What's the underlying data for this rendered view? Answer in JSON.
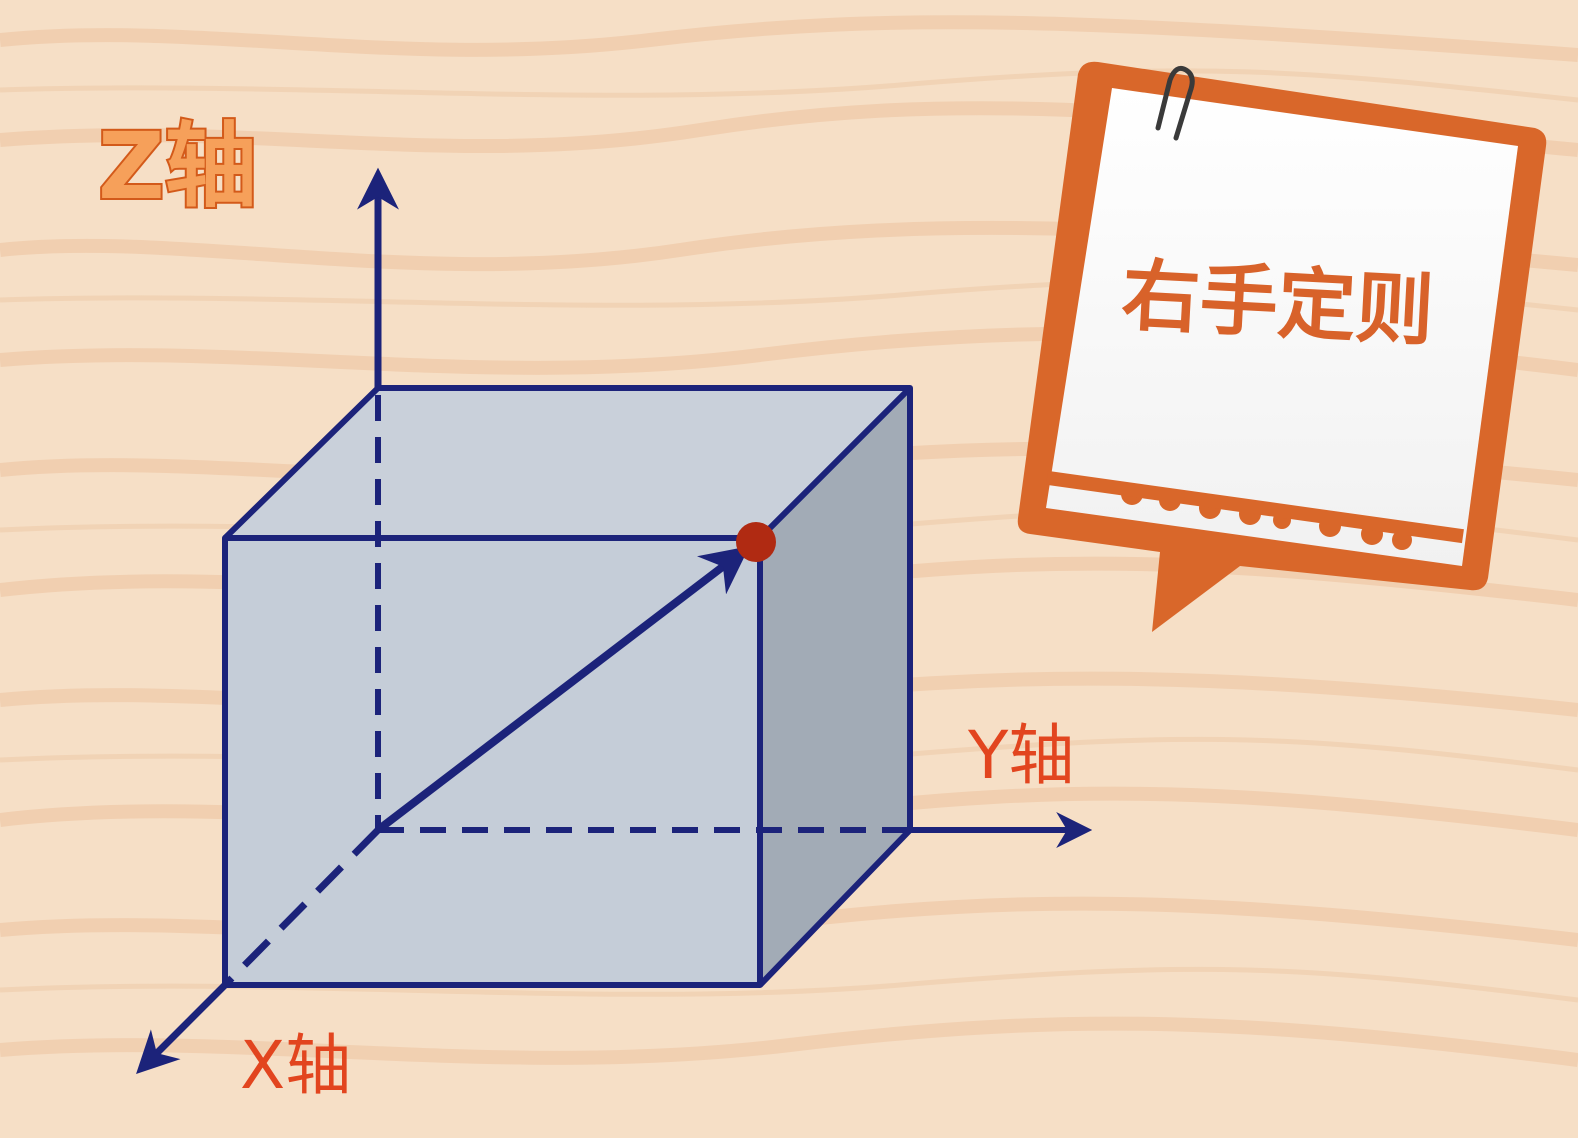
{
  "labels": {
    "z_axis": "Z轴",
    "y_axis": "Y轴",
    "x_axis": "X轴"
  },
  "note": {
    "text": "右手定则"
  },
  "colors": {
    "background": "#f6dfc6",
    "wood_grain": "#efc9a8",
    "line": "#1c237a",
    "box_front": "#c5cdd8",
    "box_top": "#c9d0da",
    "box_side": "#a2abb6",
    "point": "#b02a12",
    "label_orange": "#e2451f",
    "note_frame": "#d9672a",
    "note_text": "#d8622a"
  }
}
